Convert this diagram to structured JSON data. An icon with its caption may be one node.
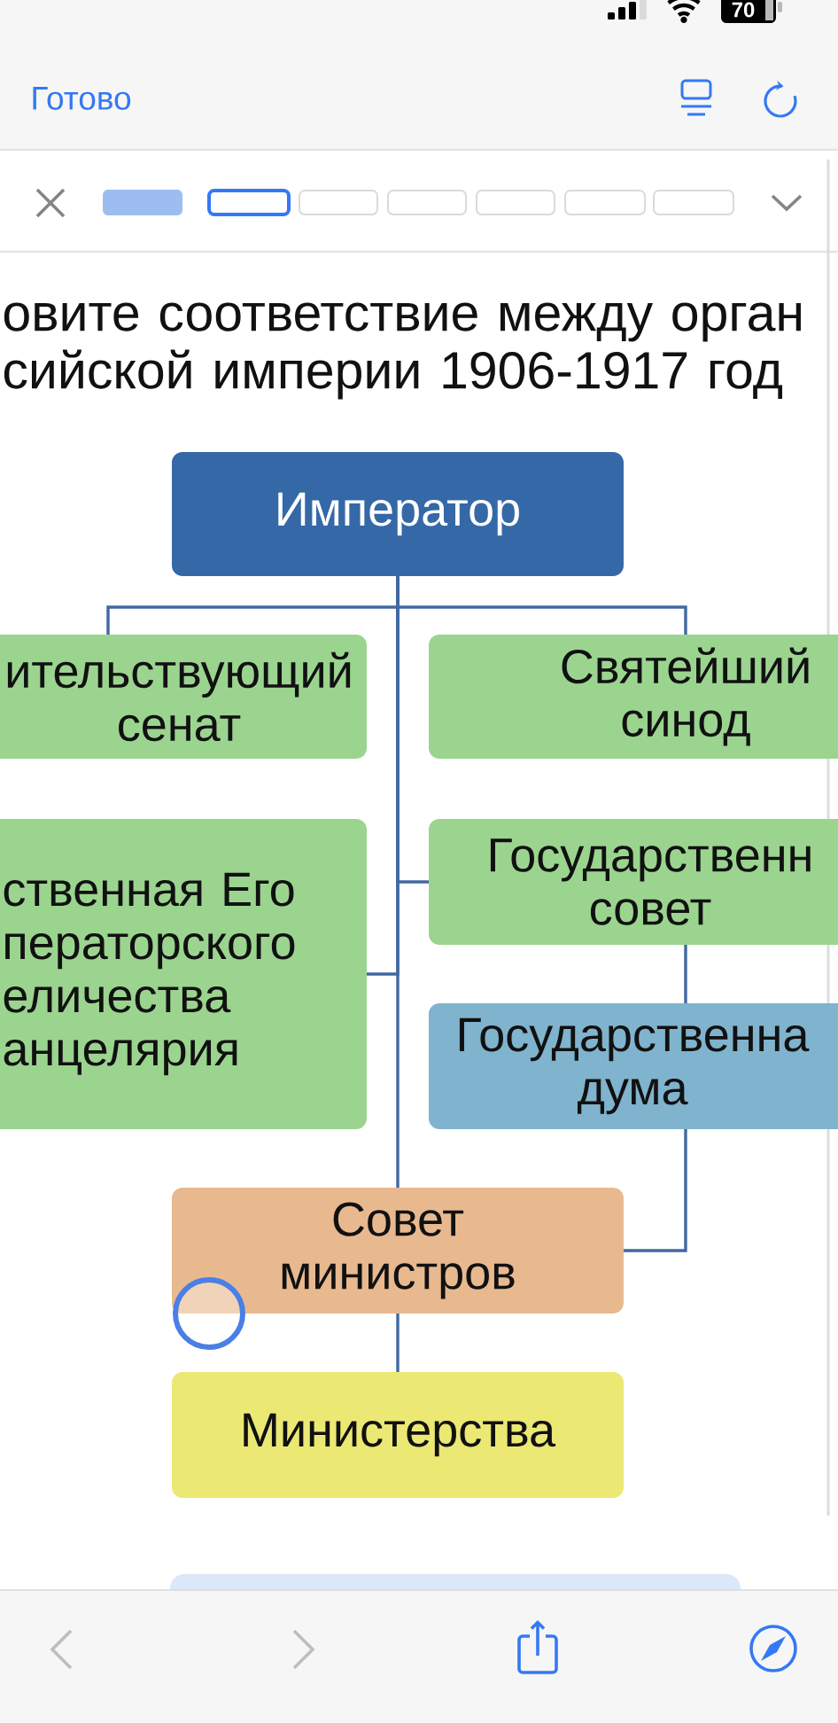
{
  "diagram": {
    "title": "овите соответствие между орган сийской империи 1906-1917 год",
    "nodes": [
      {
        "text": [
          "Император"
        ]
      },
      {
        "text": [
          "ительствующий сенат"
        ]
      },
      {
        "text": [
          "Святейший синод"
        ]
      },
      {
        "text": [
          "ственная Его ператорского еличества анцелярия"
        ]
      },
      {
        "text": [
          "Государственн совет"
        ]
      },
      {
        "text": [
          "Государственна дума"
        ]
      },
      {
        "text": [
          "Совет министров"
        ]
      },
      {
        "text": [
          "Министерства"
        ]
      }
    ],
    "edges": [
      {
        "from": 0,
        "to": 1,
        "arrow": "none"
      },
      {
        "from": 0,
        "to": 2,
        "arrow": "none"
      },
      {
        "from": 0,
        "to": 3,
        "arrow": "none"
      },
      {
        "from": 0,
        "to": 4,
        "arrow": "none"
      },
      {
        "from": 0,
        "to": 6,
        "arrow": "none"
      },
      {
        "from": 4,
        "to": 5,
        "arrow": "none"
      },
      {
        "from": 5,
        "to": 6,
        "arrow": "none"
      },
      {
        "from": 6,
        "to": 7,
        "arrow": "none"
      }
    ],
    "labels": [
      "70",
      "Готово"
    ]
  }
}
